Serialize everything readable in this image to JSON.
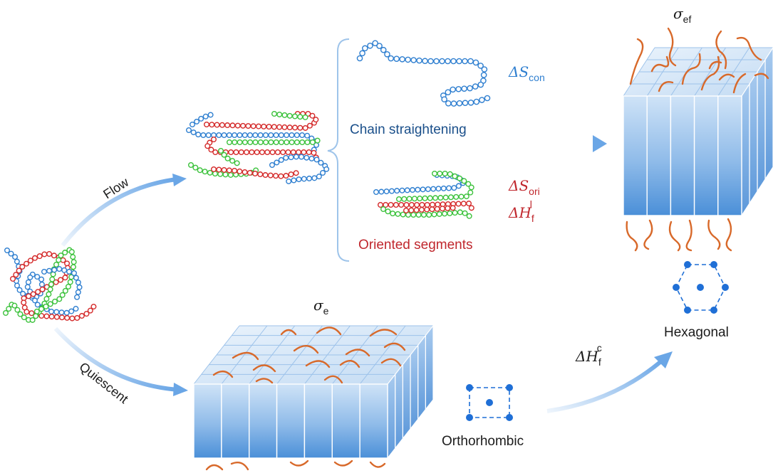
{
  "colors": {
    "chain_blue": "#2f7fd0",
    "chain_red": "#d42a2a",
    "chain_green": "#3cc23c",
    "loop_orange": "#d8692a",
    "crystal_light": "#cfe3f7",
    "crystal_mid": "#7fb2e6",
    "crystal_dark": "#4a8fd8",
    "arrow": "#6aa6e6",
    "label_blue": "#1a4f8a",
    "label_red": "#c0272d",
    "lattice": "#1f6fd6"
  },
  "labels": {
    "flow": "Flow",
    "quiescent": "Quiescent",
    "chain_straightening": "Chain straightening",
    "oriented_segments": "Oriented segments",
    "orthorhombic": "Orthorhombic",
    "hexagonal": "Hexagonal"
  },
  "symbols": {
    "ds_con": {
      "base": "ΔS",
      "sub": "con"
    },
    "ds_ori": {
      "base": "ΔS",
      "sub": "ori"
    },
    "dh_f_l": {
      "base": "ΔH",
      "sub": "f",
      "sup": "l"
    },
    "dh_f_c": {
      "base": "ΔH",
      "sub": "f",
      "sup": "c"
    },
    "sigma_e": {
      "base": "σ",
      "sub": "e"
    },
    "sigma_ef": {
      "base": "σ",
      "sub": "ef"
    }
  },
  "icons": [
    "coiled-chain-icon",
    "oriented-chain-bundle-icon",
    "straight-chain-icon",
    "lamellar-crystal-icon",
    "extended-chain-crystal-icon",
    "orthorhombic-lattice-icon",
    "hexagonal-lattice-icon"
  ]
}
